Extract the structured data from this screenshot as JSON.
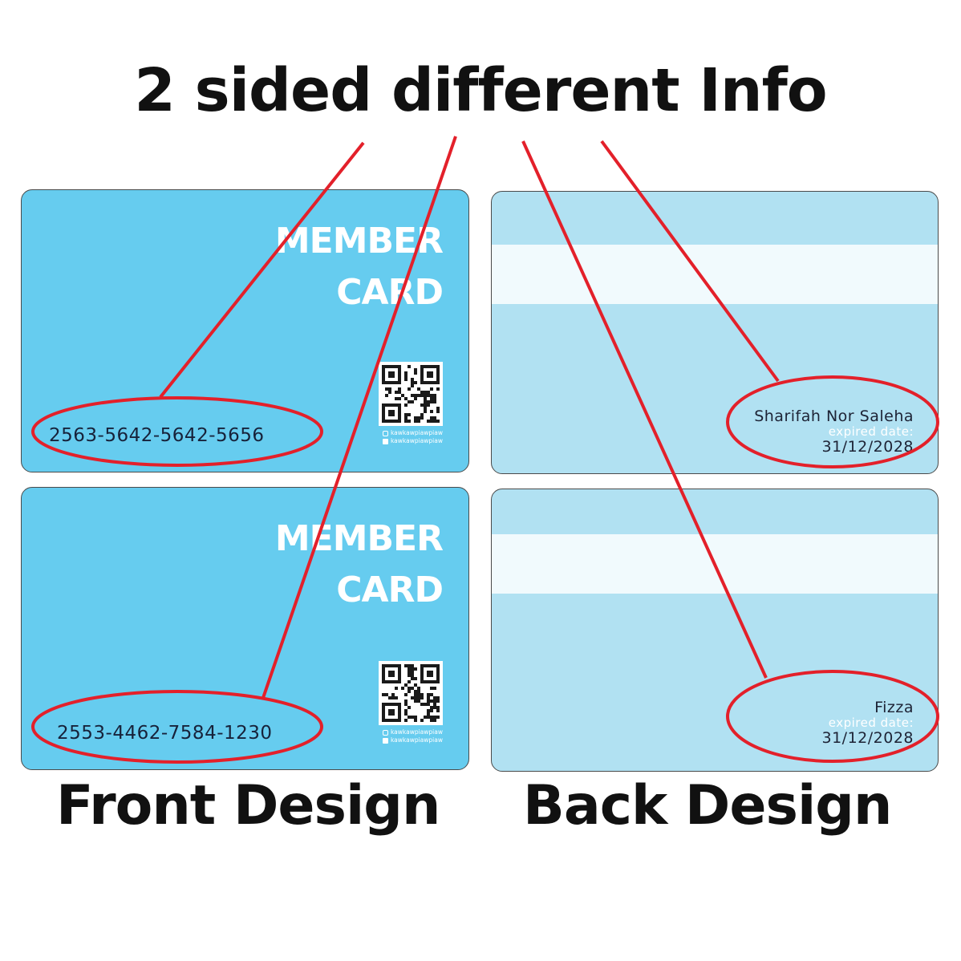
{
  "headline": "2 sided different Info",
  "front_cards": [
    {
      "title_line1": "MEMBER",
      "title_line2": "CARD",
      "card_number": "2563-5642-5642-5656",
      "social_instagram": "kawkawpiawpiaw",
      "social_facebook": "kawkawpiawpiaw"
    },
    {
      "title_line1": "MEMBER",
      "title_line2": "CARD",
      "card_number": "2553-4462-7584-1230",
      "social_instagram": "kawkawpiawpiaw",
      "social_facebook": "kawkawpiawpiaw"
    }
  ],
  "back_cards": [
    {
      "holder_name": "Sharifah Nor Saleha",
      "expiry_label": "expired date:",
      "expiry_date": "31/12/2028"
    },
    {
      "holder_name": "Fizza",
      "expiry_label": "expired date:",
      "expiry_date": "31/12/2028"
    }
  ],
  "captions": {
    "front": "Front Design",
    "back": "Back Design"
  },
  "colors": {
    "front_card": "#66ccef",
    "back_card": "#b1e1f2",
    "stripe": "#f1fafd",
    "annotation": "#e3202a",
    "text_dark": "#17223a"
  },
  "icons": {
    "qr": "qr-code-icon",
    "instagram": "instagram-icon",
    "facebook": "facebook-icon"
  }
}
